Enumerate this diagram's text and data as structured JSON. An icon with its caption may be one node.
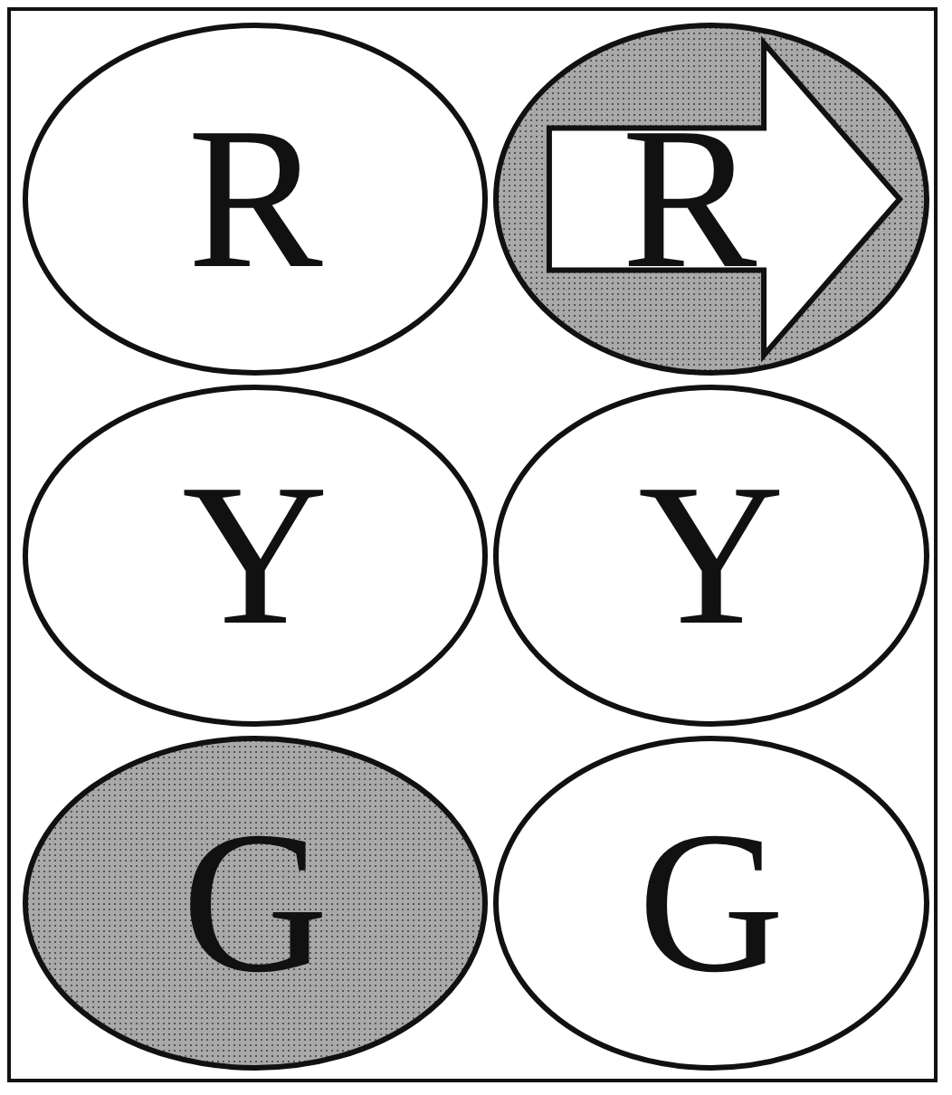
{
  "diagram": {
    "nodes": [
      {
        "text": [
          "R"
        ]
      },
      {
        "text": [
          "R"
        ]
      },
      {
        "text": [
          "Y"
        ]
      },
      {
        "text": [
          "Y"
        ]
      },
      {
        "text": [
          "G"
        ]
      },
      {
        "text": [
          "G"
        ]
      }
    ]
  }
}
